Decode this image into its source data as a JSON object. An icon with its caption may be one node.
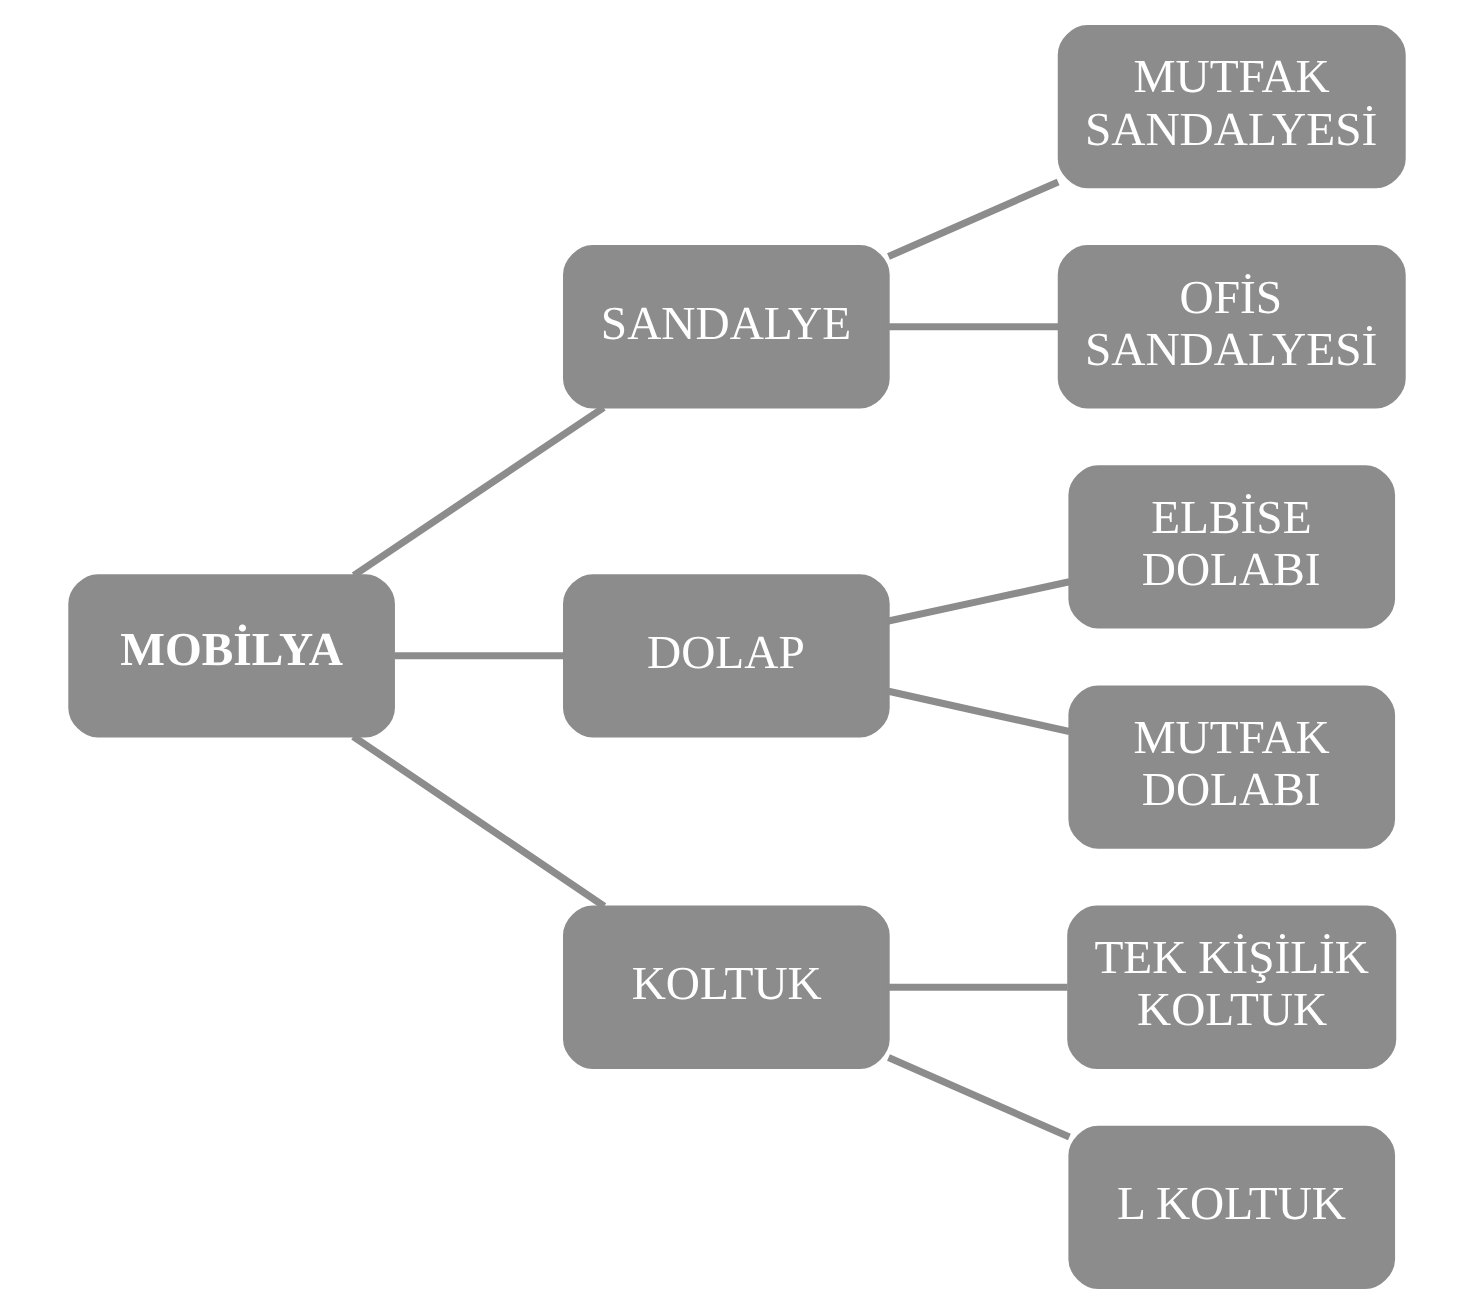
{
  "diagram": {
    "nodes": [
      {
        "text": [
          "MOBİLYA"
        ]
      },
      {
        "text": [
          "SANDALYE"
        ]
      },
      {
        "text": [
          "DOLAP"
        ]
      },
      {
        "text": [
          "KOLTUK"
        ]
      },
      {
        "text": [
          "MUTFAK SANDALYESİ"
        ]
      },
      {
        "text": [
          "OFİS SANDALYESİ"
        ]
      },
      {
        "text": [
          "ELBİSE DOLABI"
        ]
      },
      {
        "text": [
          "MUTFAK DOLABI"
        ]
      },
      {
        "text": [
          "TEK KİŞİLİK KOLTUK"
        ]
      },
      {
        "text": [
          "L KOLTUK"
        ]
      }
    ],
    "edges": [
      {
        "from": 0,
        "to": 1,
        "arrow": "none"
      },
      {
        "from": 0,
        "to": 2,
        "arrow": "none"
      },
      {
        "from": 0,
        "to": 3,
        "arrow": "none"
      },
      {
        "from": 1,
        "to": 4,
        "arrow": "none"
      },
      {
        "from": 1,
        "to": 5,
        "arrow": "none"
      },
      {
        "from": 2,
        "to": 6,
        "arrow": "none"
      },
      {
        "from": 2,
        "to": 7,
        "arrow": "none"
      },
      {
        "from": 3,
        "to": 8,
        "arrow": "none"
      },
      {
        "from": 3,
        "to": 9,
        "arrow": "none"
      }
    ]
  }
}
